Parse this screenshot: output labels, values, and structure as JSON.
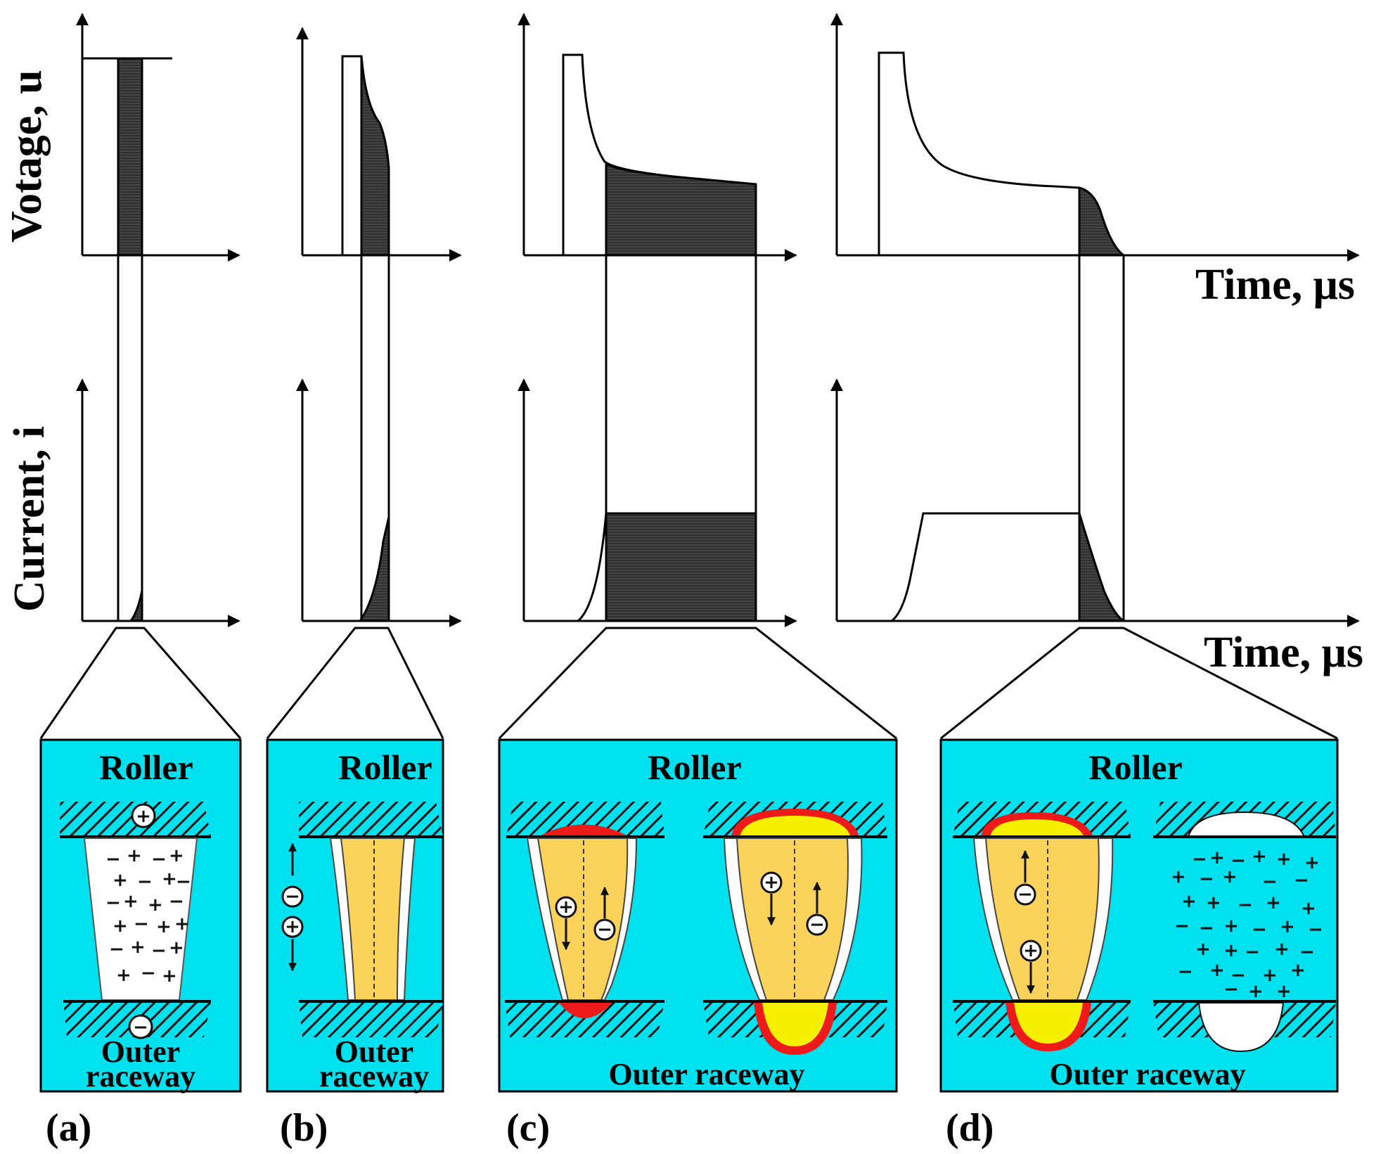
{
  "labels": {
    "voltage_axis": "Votage, u",
    "current_axis": "Current, i",
    "time_axis_top": "Time, μs",
    "time_axis_bottom": "Time, μs"
  },
  "panels": [
    {
      "id": "a",
      "label": "(a)",
      "roller": "Roller",
      "raceway_line1": "Outer",
      "raceway_line2": "raceway"
    },
    {
      "id": "b",
      "label": "(b)",
      "roller": "Roller",
      "raceway_line1": "Outer",
      "raceway_line2": "raceway"
    },
    {
      "id": "c",
      "label": "(c)",
      "roller": "Roller",
      "raceway": "Outer raceway"
    },
    {
      "id": "d",
      "label": "(d)",
      "roller": "Roller",
      "raceway": "Outer raceway"
    }
  ],
  "colors": {
    "panel_bg": "#00e1f0",
    "channel_fill": "#fbd35a",
    "molten": "#f5f000",
    "hot": "#ee1a1a",
    "shade": "#333333"
  }
}
